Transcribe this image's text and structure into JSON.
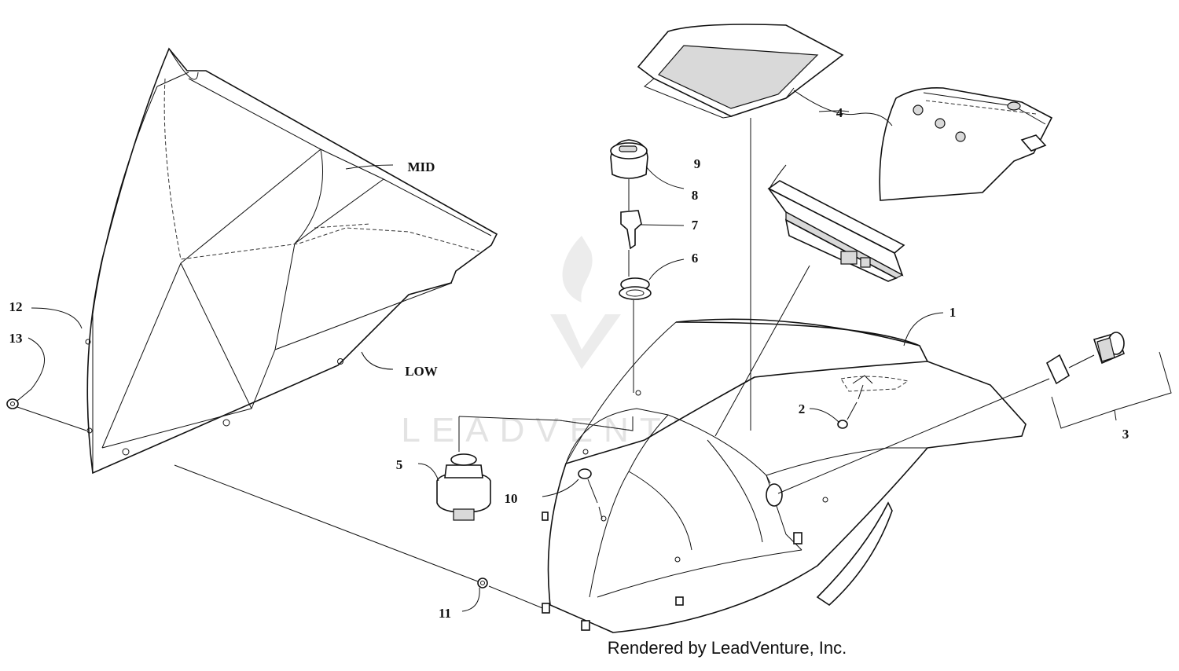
{
  "diagram": {
    "callouts": {
      "c1": "1",
      "c2": "2",
      "c3": "3",
      "c4": "4",
      "c5": "5",
      "c6": "6",
      "c7": "7",
      "c8": "8",
      "c9": "9",
      "c10": "10",
      "c11": "11",
      "c12": "12",
      "c13": "13",
      "mid": "MID",
      "low": "LOW"
    },
    "watermark": "LEADVENTURE",
    "footer": "Rendered by LeadVenture, Inc."
  }
}
